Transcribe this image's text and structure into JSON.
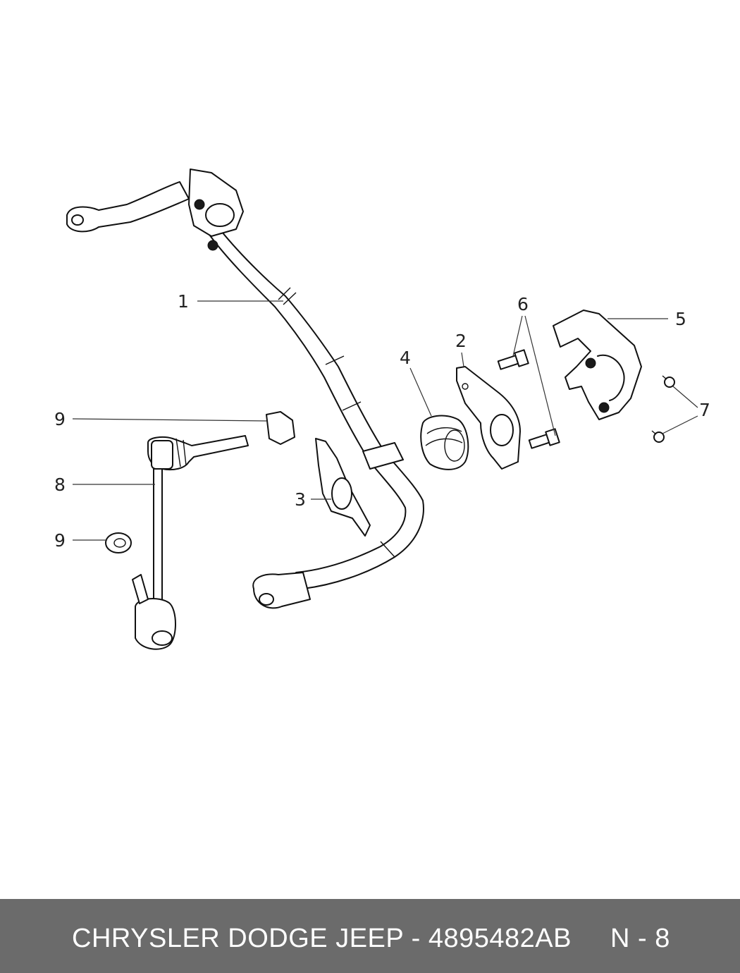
{
  "footer": {
    "brand_part": "CHRYSLER DODGE JEEP - 4895482AB",
    "page_ref": "N - 8"
  },
  "callouts": {
    "c1": "1",
    "c2": "2",
    "c3": "3",
    "c4": "4",
    "c5": "5",
    "c6": "6",
    "c7": "7",
    "c8": "8",
    "c9a": "9",
    "c9b": "9"
  },
  "colors": {
    "footer_bg": "#6b6b6b",
    "footer_text": "#ffffff",
    "line": "#111111"
  }
}
